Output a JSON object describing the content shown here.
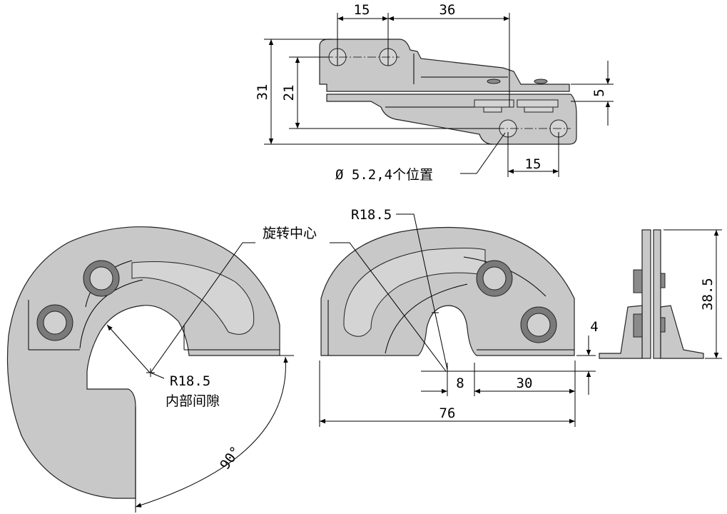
{
  "dims": {
    "top_15": "15",
    "top_36": "36",
    "bottom_15": "15",
    "height_31": "31",
    "height_21": "21",
    "thick_5": "5",
    "inner_radius": "R18.5",
    "angle_90": "90°",
    "radius_front": "R18.5",
    "offset_8": "8",
    "width_30": "30",
    "width_76": "76",
    "gap_4": "4",
    "height_38_5": "38.5"
  },
  "notes": {
    "hole_spec": "Ø 5.2,4个位置",
    "rotation_center": "旋转中心",
    "inner_clearance": "内部间隙"
  }
}
